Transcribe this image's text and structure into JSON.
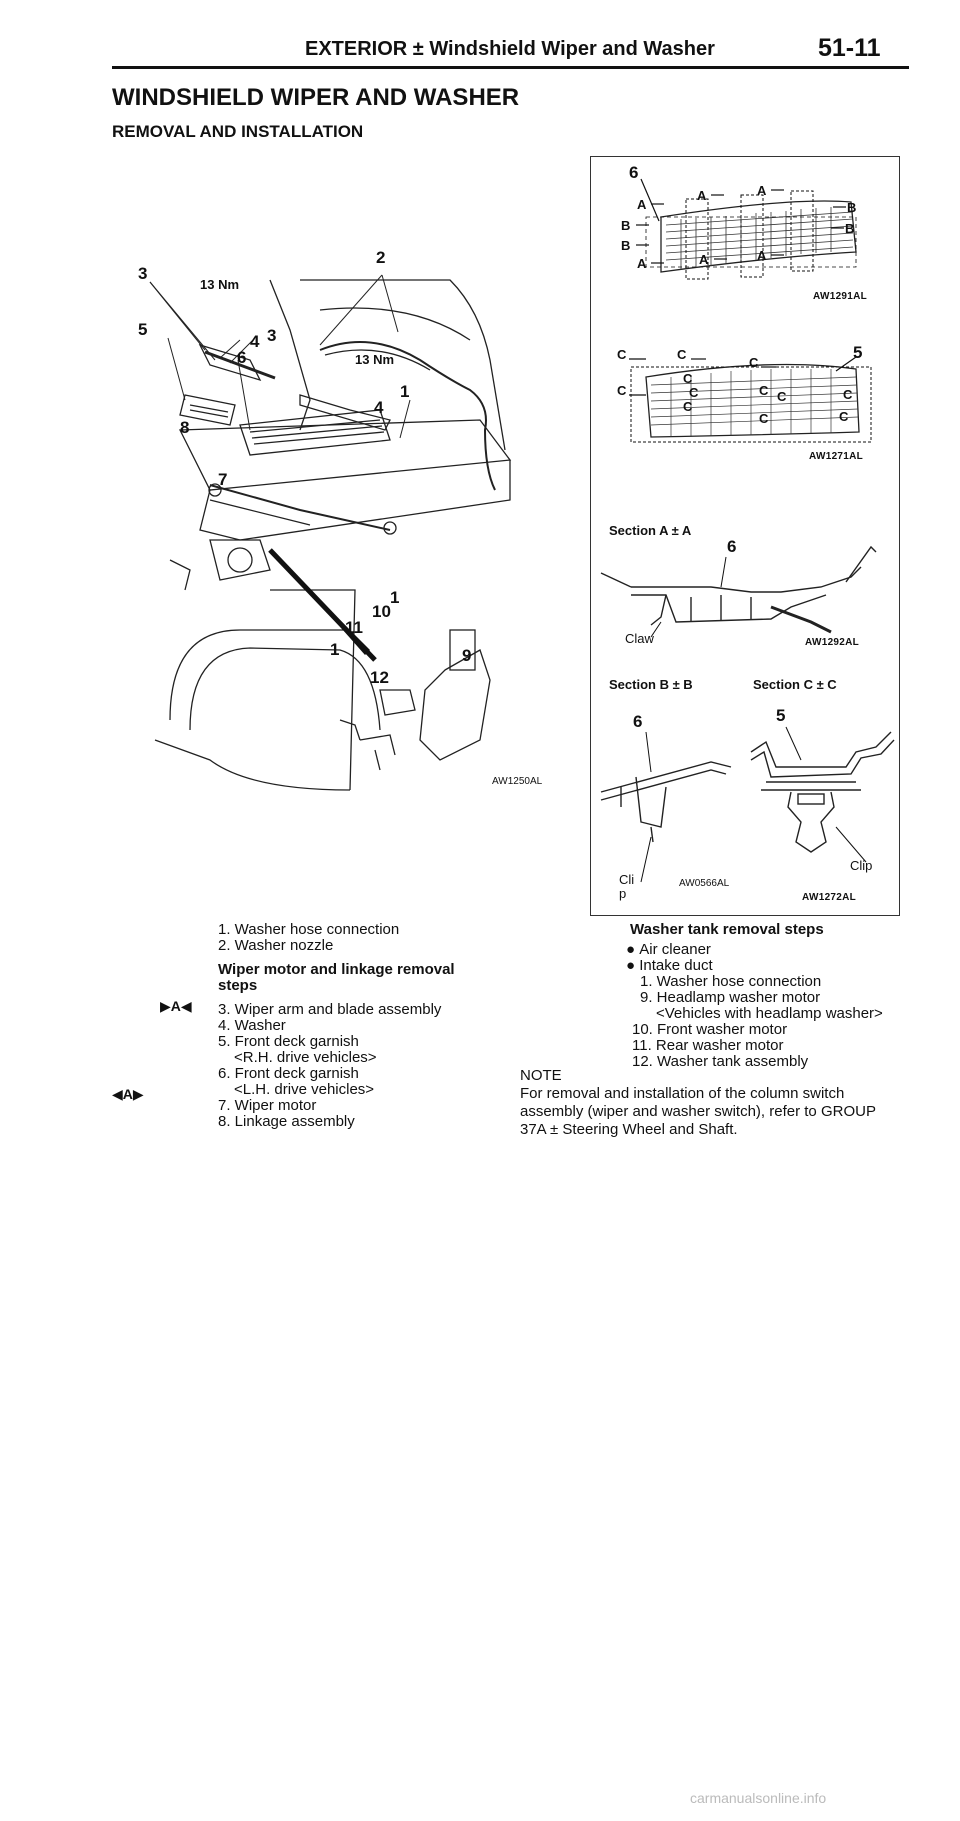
{
  "header": {
    "title": "EXTERIOR ± Windshield Wiper and Washer",
    "page_number": "51-11"
  },
  "main_title": "WINDSHIELD WIPER AND WASHER",
  "subtitle": "REMOVAL AND INSTALLATION",
  "figure_main": {
    "code": "AW1250AL",
    "torque_1": "13 Nm",
    "torque_2": "13 Nm",
    "callouts": [
      "1",
      "2",
      "3",
      "4",
      "5",
      "6",
      "7",
      "8",
      "9",
      "10",
      "11",
      "12",
      "3",
      "4",
      "1",
      "1"
    ]
  },
  "figure_grille_a": {
    "code": "AW1291AL",
    "number": "6",
    "letters": [
      "A",
      "A",
      "A",
      "A",
      "A",
      "A",
      "B",
      "B",
      "B",
      "B"
    ]
  },
  "figure_grille_c": {
    "code": "AW1271AL",
    "number": "5",
    "letters": [
      "C",
      "C",
      "C",
      "C",
      "C",
      "C",
      "C",
      "C",
      "C",
      "C",
      "C",
      "C"
    ]
  },
  "section_a": {
    "title": "Section A ± A",
    "number": "6",
    "claw": "Claw",
    "code": "AW1292AL"
  },
  "section_b": {
    "title": "Section B ± B",
    "number": "6",
    "clip_1": "Cli",
    "clip_2": "p",
    "code": "AW0566AL"
  },
  "section_c": {
    "title": "Section C ± C",
    "number": "5",
    "clip": "Clip",
    "code": "AW1272AL"
  },
  "left_list": {
    "item1": "1. Washer hose connection",
    "item2": "2. Washer nozzle",
    "heading_1": "Wiper motor and linkage removal",
    "heading_2": "steps",
    "marker_a": "▶A◀",
    "item3": "3. Wiper arm and blade assembly",
    "item4": "4. Washer",
    "item5": "5. Front deck garnish",
    "item5_sub": "<R.H. drive vehicles>",
    "item6": "6. Front deck garnish",
    "item6_sub": "<L.H. drive vehicles>",
    "marker_b": "◀A▶",
    "item7": "7. Wiper motor",
    "item8": "8. Linkage assembly"
  },
  "right_list": {
    "heading": "Washer tank removal steps",
    "bullet_1": "Air cleaner",
    "bullet_2": "Intake duct",
    "item1": "1. Washer hose connection",
    "item9": "9. Headlamp washer motor",
    "item9_sub": "<Vehicles with headlamp washer>",
    "item10": "10. Front washer motor",
    "item11": "11. Rear washer motor",
    "item12": "12. Washer tank assembly"
  },
  "note": {
    "label": "NOTE",
    "line1": "For removal and installation of the column switch",
    "line2": "assembly (wiper and washer switch), refer to GROUP",
    "line3": "37A ± Steering Wheel and Shaft."
  },
  "footer": "carmanualsonline.info"
}
